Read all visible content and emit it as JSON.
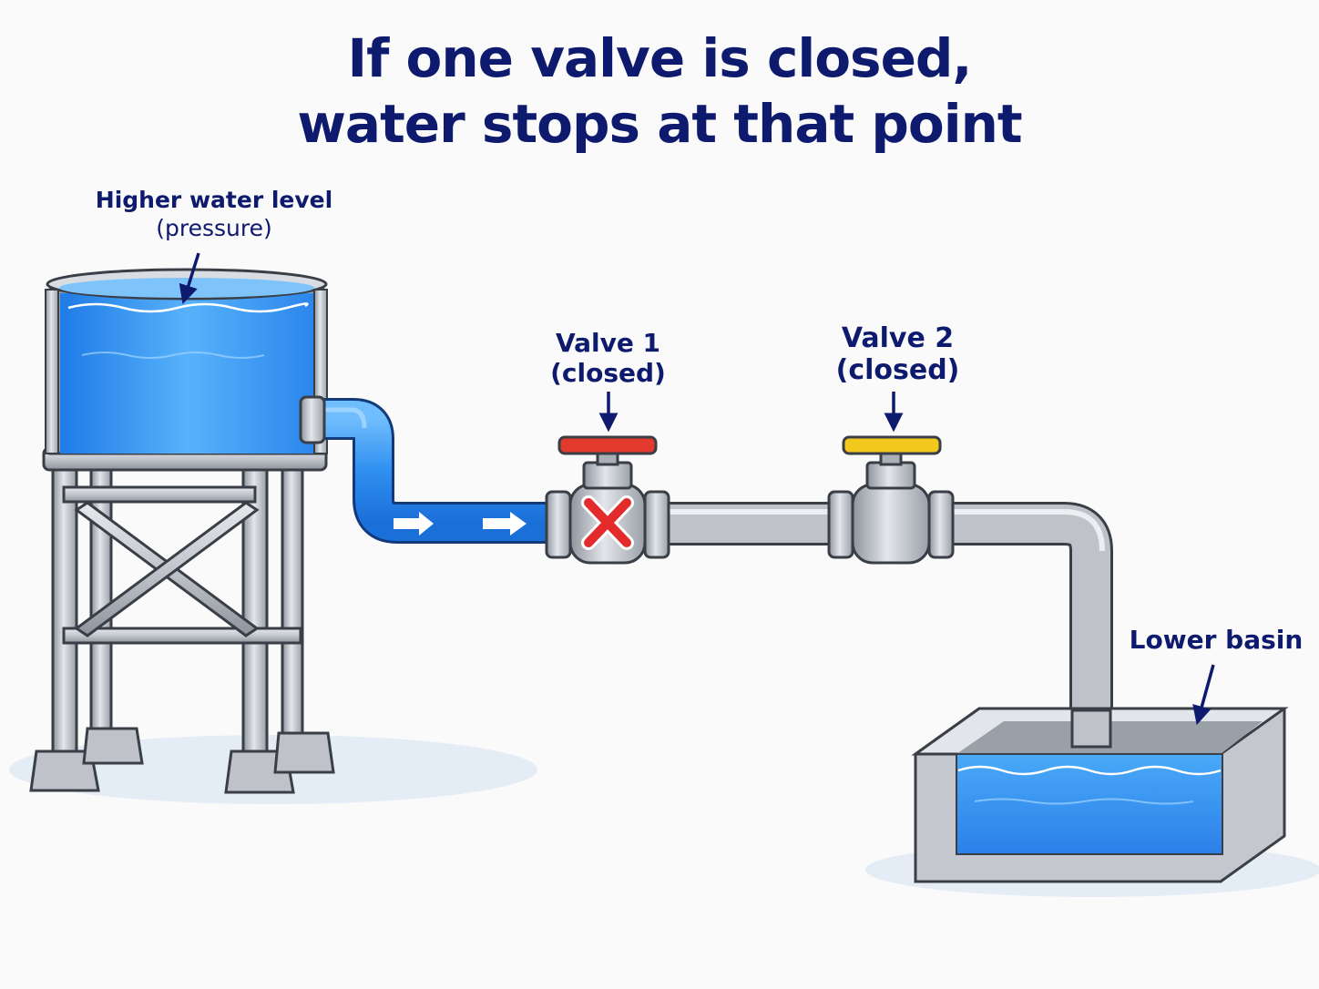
{
  "title": {
    "line1": "If one valve is closed,",
    "line2": "water stops at that point"
  },
  "labels": {
    "tank": {
      "line1": "Higher water level",
      "line2": "(pressure)"
    },
    "valve1": {
      "line1": "Valve 1",
      "line2": "(closed)"
    },
    "valve2": {
      "line1": "Valve 2",
      "line2": "(closed)"
    },
    "basin": {
      "line1": "Lower basin"
    }
  },
  "colors": {
    "title": "#0d1a6e",
    "water": "#2f8ff0",
    "pipe_water": "#3d8ff2",
    "pipe_steel": "#b8bcc2",
    "valve1_handle": "#e23a2c",
    "valve2_handle": "#f3c81e",
    "blocked_mark": "#e32b2b"
  },
  "icons": {
    "blocked": "red-x-icon",
    "flow": "arrow-right-icon"
  }
}
